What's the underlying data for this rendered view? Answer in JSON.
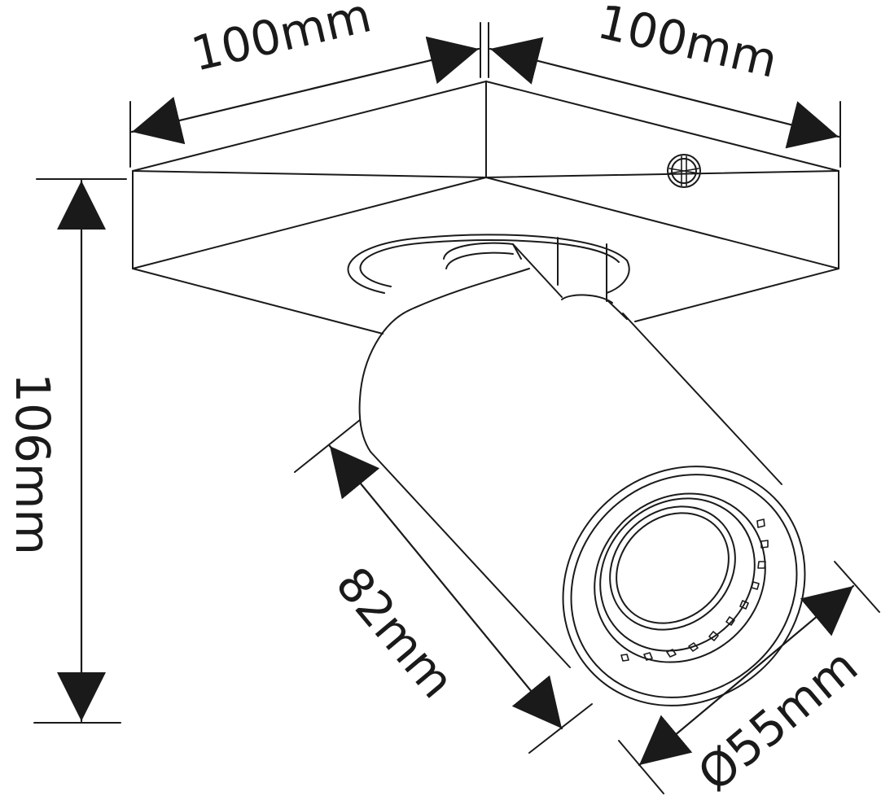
{
  "dimensions": {
    "top_left_width": "100mm",
    "top_right_depth": "100mm",
    "total_height": "106mm",
    "spot_length": "82mm",
    "spot_diameter": "Ø55mm"
  },
  "colors": {
    "line": "#1a1a1a",
    "background": "#ffffff"
  }
}
